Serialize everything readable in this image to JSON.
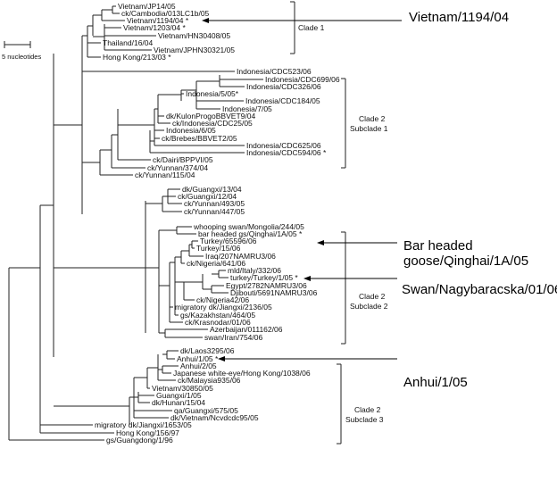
{
  "scale_bar": {
    "label": "5 nucleotides"
  },
  "leaves": [
    "Vietnam/JP14/05",
    "ck/Cambodia/013LC1b/05",
    "Vietnam/1194/04 *",
    "Vietnam/1203/04 *",
    "Vietnam/HN30408/05",
    "Thailand/16/04",
    "Vietnam/JPHN30321/05",
    "Hong Kong/213/03 *",
    "Indonesia/CDC523/06",
    "Indonesia/CDC699/06",
    "Indonesia/CDC326/06",
    "Indonesia/5/05*",
    "Indonesia/CDC184/05",
    "Indonesia/7/05",
    "dk/KulonProgoBBVET9/04",
    "ck/Indonesia/CDC25/05",
    "Indonesia/6/05",
    "ck/Brebes/BBVET2/05",
    "Indonesia/CDC625/06",
    "Indonesia/CDC594/06 *",
    "ck/Dairi/BPPVI/05",
    "ck/Yunnan/374/04",
    "ck/Yunnan/115/04",
    "dk/Guangxi/13/04",
    "ck/Guangxi/12/04",
    "ck/Yunnan/493/05",
    "ck/Yunnan/447/05",
    "whooping swan/Mongolia/244/05",
    "bar headed gs/Qinghai/1A/05 *",
    "Turkey/65596/06",
    "Turkey/15/06",
    "Iraq/207NAMRU3/06",
    "ck/Nigeria/641/06",
    "mld/Italy/332/06",
    "turkey/Turkey/1/05 *",
    "Egypt/2782NAMRU3/06",
    "Djibouti/5691NAMRU3/06",
    "ck/Nigeria42/06",
    "migratory dk/Jiangxi/2136/05",
    "gs/Kazakhstan/464/05",
    "ck/Krasnodar/01/06",
    "Azerbaijan/011162/06",
    "swan/Iran/754/06",
    "dk/Laos3295/06",
    "Anhui/1/05 *",
    "Anhui/2/05",
    "Japanese white-eye/Hong Kong/1038/06",
    "ck/Malaysia935/06",
    "Vietnam/30850/05",
    "Guangxi/1/05",
    "dk/Hunan/15/04",
    "qa/Guangxi/575/05",
    "dk/Vietnam/Ncvdcdc95/05",
    "migratory dk/Jiangxi/1653/05",
    "Hong Kong/156/97",
    "gs/Guangdong/1/96"
  ],
  "clades": [
    {
      "lines": [
        "Clade 1"
      ]
    },
    {
      "lines": [
        "Clade 2",
        "Subclade 1"
      ]
    },
    {
      "lines": [
        "Clade 2",
        "Subclade 2"
      ]
    },
    {
      "lines": [
        "Clade 2",
        "Subclade 3"
      ]
    }
  ],
  "callouts": [
    {
      "lines": [
        "Vietnam/1194/04"
      ]
    },
    {
      "lines": [
        "Bar headed",
        "goose/Qinghai/1A/05"
      ]
    },
    {
      "lines": [
        "Swan/Nagybaracska/01/06"
      ]
    },
    {
      "lines": [
        "Anhui/1/05"
      ]
    }
  ]
}
